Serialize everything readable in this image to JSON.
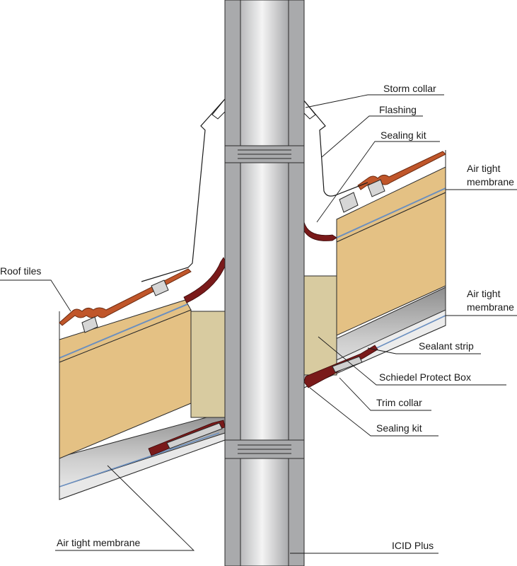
{
  "labels": {
    "storm_collar": "Storm collar",
    "flashing": "Flashing",
    "sealing_kit_top": "Sealing kit",
    "air_tight_membrane_right_top_1": "Air tight",
    "air_tight_membrane_right_top_2": "membrane",
    "roof_tiles": "Roof tiles",
    "air_tight_membrane_right_mid_1": "Air tight",
    "air_tight_membrane_right_mid_2": "membrane",
    "sealant_strip": "Sealant strip",
    "schiedel_protect_box": "Schiedel Protect Box",
    "trim_collar": "Trim collar",
    "sealing_kit_bottom": "Sealing kit",
    "air_tight_membrane_bottom": "Air tight membrane",
    "icid_plus": "ICID Plus"
  },
  "colors": {
    "batten_wood": "#e4c184",
    "protect_box": "#d8cba0",
    "roof_tile": "#c0562a",
    "sealing_kit": "#7a1a1a",
    "membrane": "#6a8fc0",
    "pipe_grey": "#a9aaac",
    "underside_grey": "#b4b4b4"
  }
}
